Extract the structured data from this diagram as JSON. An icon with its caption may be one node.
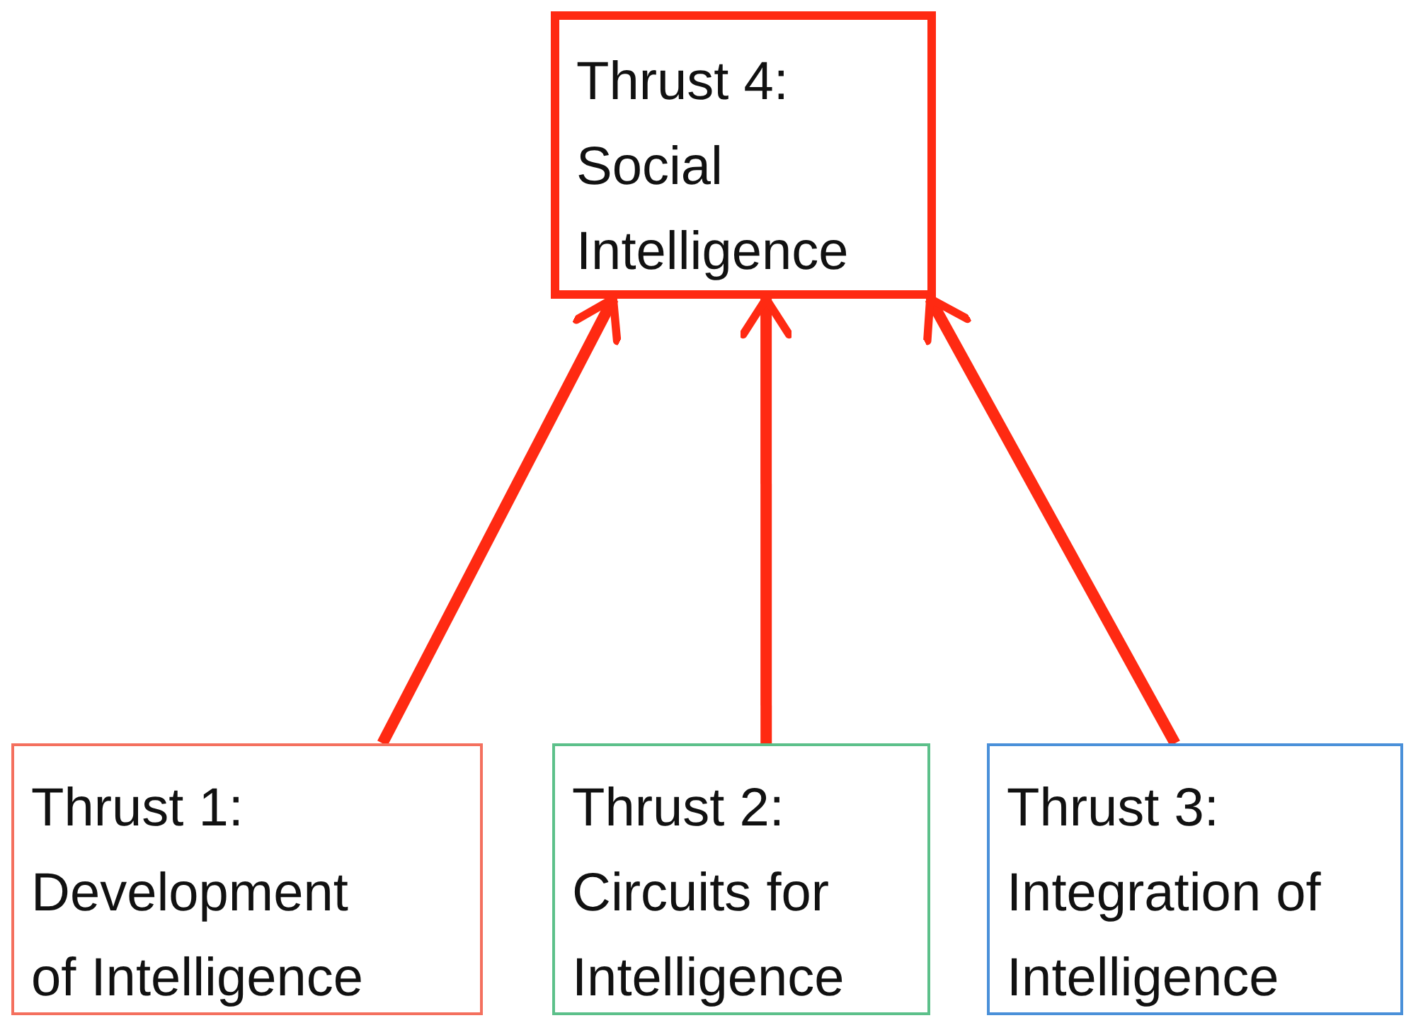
{
  "diagram": {
    "nodes": [
      {
        "text": [
          "Thrust 4:",
          "Social Intelligence"
        ]
      },
      {
        "text": [
          "Thrust 1:",
          "Development of Intelligence"
        ]
      },
      {
        "text": [
          "Thrust 2:",
          "Circuits for Intelligence"
        ]
      },
      {
        "text": [
          "Thrust 3:",
          "Integration of Intelligence"
        ]
      }
    ],
    "edges": [
      {
        "from": 1,
        "to": 0,
        "arrow": "to"
      },
      {
        "from": 2,
        "to": 0,
        "arrow": "to"
      },
      {
        "from": 3,
        "to": 0,
        "arrow": "to"
      }
    ]
  }
}
